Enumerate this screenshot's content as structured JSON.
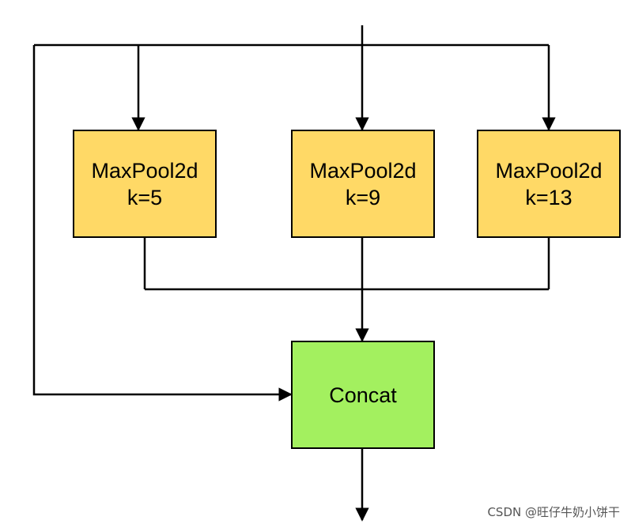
{
  "diagram": {
    "pools": [
      {
        "title": "MaxPool2d",
        "param": "k=5"
      },
      {
        "title": "MaxPool2d",
        "param": "k=9"
      },
      {
        "title": "MaxPool2d",
        "param": "k=13"
      }
    ],
    "concat_label": "Concat",
    "colors": {
      "pool_fill": "#ffd966",
      "concat_fill": "#a3f05f",
      "line": "#000000"
    }
  },
  "watermark": "CSDN @旺仔牛奶小饼干"
}
